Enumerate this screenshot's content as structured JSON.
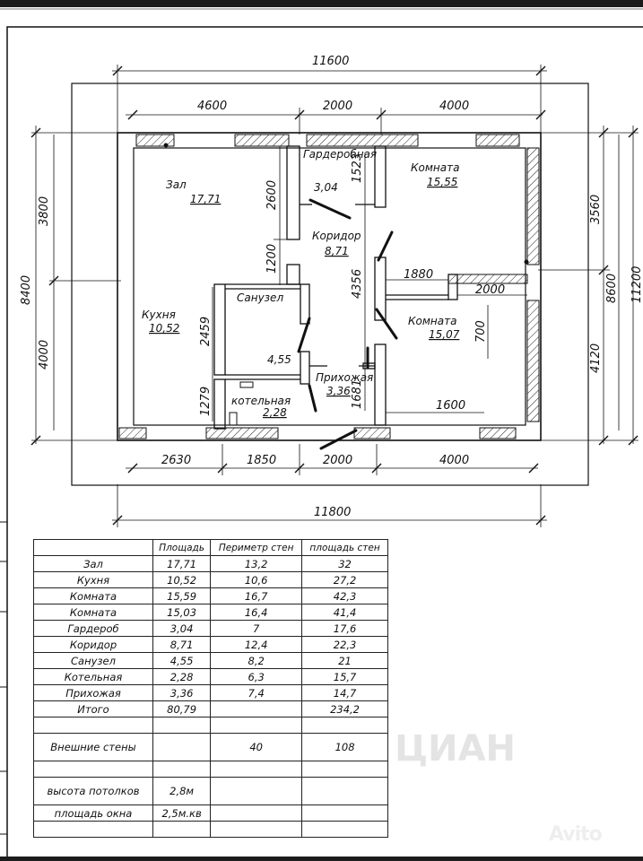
{
  "dimensions": {
    "top_total": "11600",
    "top_seg1": "4600",
    "top_seg2": "2000",
    "top_seg3": "4000",
    "bottom_seg1": "2630",
    "bottom_seg2": "1850",
    "bottom_seg3": "2000",
    "bottom_seg4": "4000",
    "bottom_total": "11800",
    "left_total": "8400",
    "left_top": "3800",
    "left_bottom": "4000",
    "right_top": "3560",
    "right_bottom": "4120",
    "right_mid": "8600",
    "right_total": "11200",
    "inner_2600": "2600",
    "inner_1200": "1200",
    "inner_1523": "1523",
    "inner_4356": "4356",
    "inner_1880": "1880",
    "inner_2000": "2000",
    "inner_700": "700",
    "inner_2459": "2459",
    "inner_1279": "1279",
    "inner_1681": "1681",
    "inner_1600": "1600"
  },
  "rooms": {
    "hall": {
      "name": "Зал",
      "area": "17,71"
    },
    "wardrobe": {
      "name": "Гардеробная",
      "area": "3,04"
    },
    "room1": {
      "name": "Комната",
      "area": "15,55"
    },
    "corridor": {
      "name": "Коридор",
      "area": "8,71"
    },
    "kitchen": {
      "name": "Кухня",
      "area": "10,52"
    },
    "bathroom": {
      "name": "Санузел",
      "area": "4,55"
    },
    "room2": {
      "name": "Комната",
      "area": "15,07"
    },
    "hallway": {
      "name": "Прихожая",
      "area": "3,36"
    },
    "boiler": {
      "name": "котельная",
      "area": "2,28"
    }
  },
  "table": {
    "headers": [
      "",
      "Площадь",
      "Периметр стен",
      "площадь стен"
    ],
    "rows": [
      [
        "Зал",
        "17,71",
        "13,2",
        "32"
      ],
      [
        "Кухня",
        "10,52",
        "10,6",
        "27,2"
      ],
      [
        "Комната",
        "15,59",
        "16,7",
        "42,3"
      ],
      [
        "Комната",
        "15,03",
        "16,4",
        "41,4"
      ],
      [
        "Гардероб",
        "3,04",
        "7",
        "17,6"
      ],
      [
        "Коридор",
        "8,71",
        "12,4",
        "22,3"
      ],
      [
        "Санузел",
        "4,55",
        "8,2",
        "21"
      ],
      [
        "Котельная",
        "2,28",
        "6,3",
        "15,7"
      ],
      [
        "Прихожая",
        "3,36",
        "7,4",
        "14,7"
      ],
      [
        "Итого",
        "80,79",
        "",
        "234,2"
      ],
      [
        "",
        "",
        "",
        ""
      ],
      [
        "Внешние стены",
        "",
        "40",
        "108"
      ],
      [
        "",
        "",
        "",
        ""
      ],
      [
        "высота потолков",
        "2,8м",
        "",
        ""
      ],
      [
        "площадь окна",
        "2,5м.кв",
        "",
        ""
      ],
      [
        "",
        "",
        "",
        ""
      ]
    ]
  },
  "watermark": {
    "text": "ЦИАН",
    "brand": "Avito"
  }
}
